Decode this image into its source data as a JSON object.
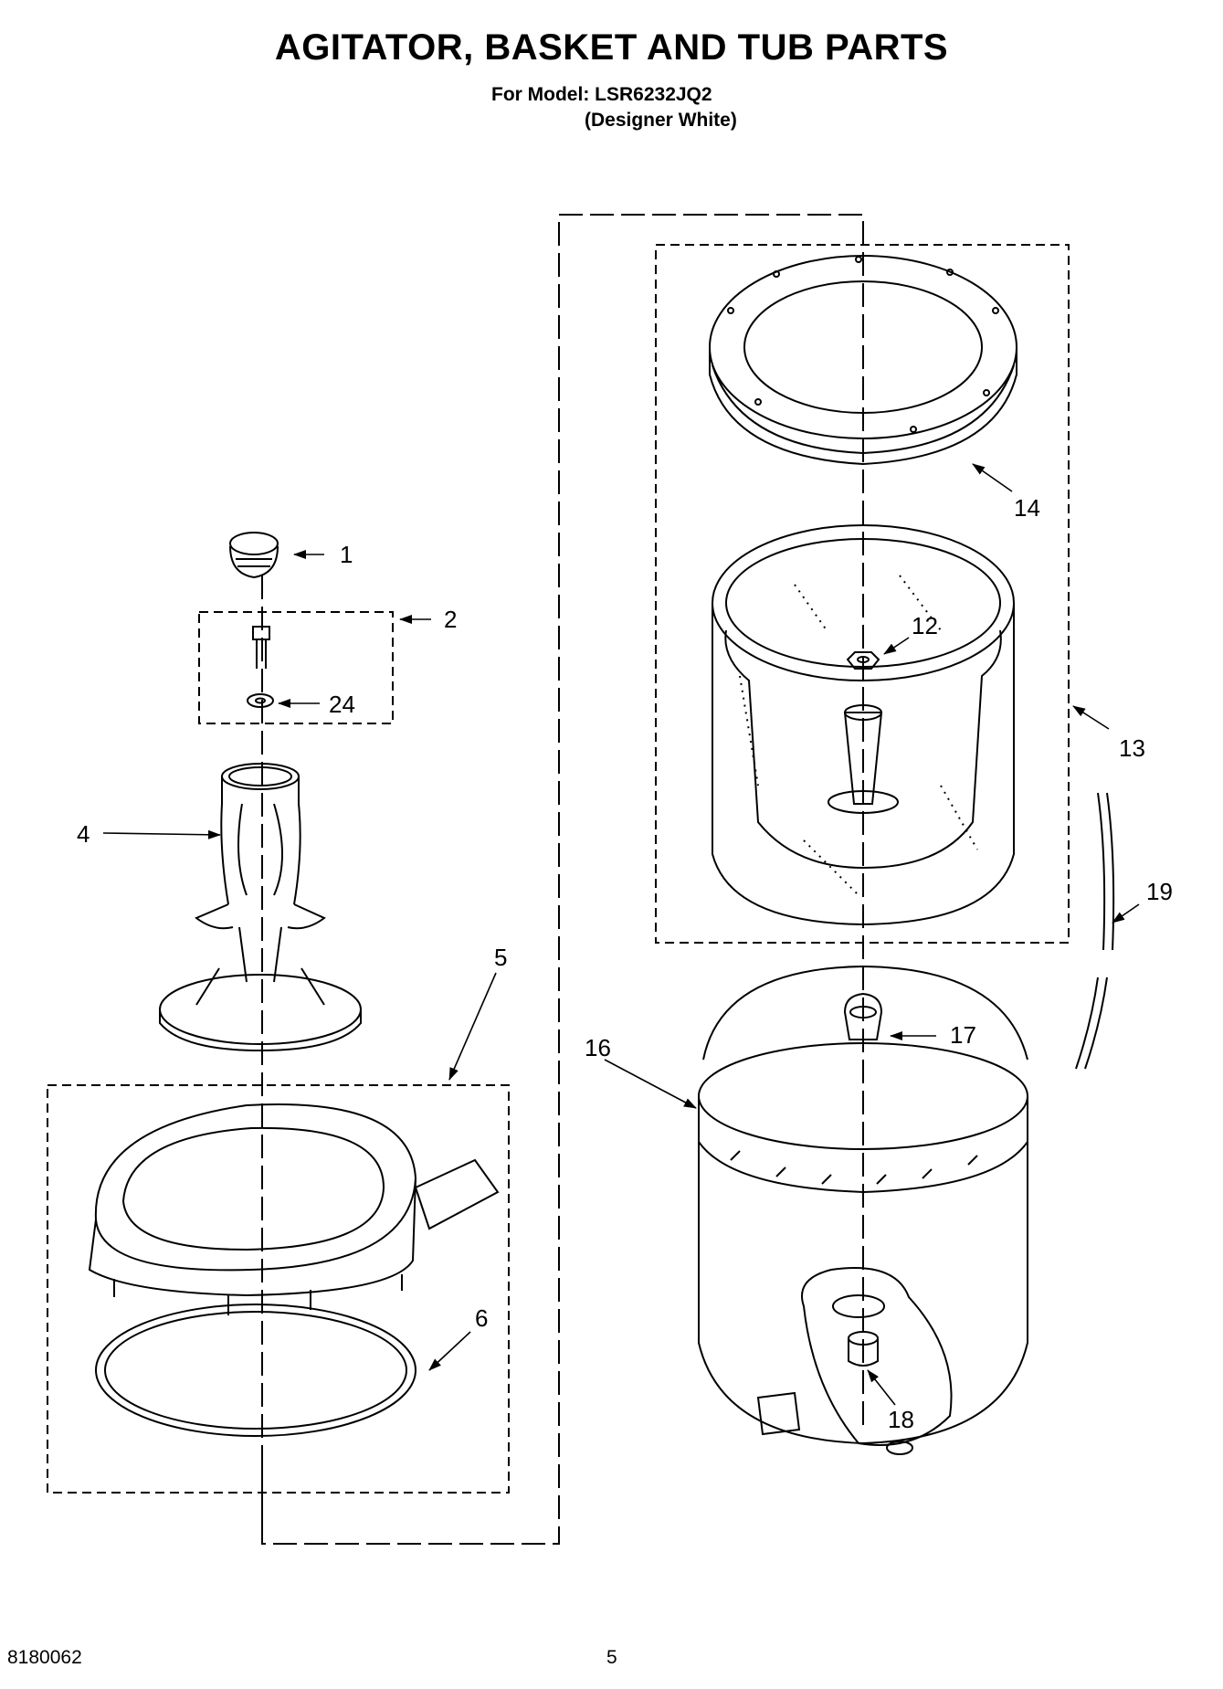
{
  "header": {
    "title": "AGITATOR, BASKET AND TUB PARTS",
    "model_line": "For Model: LSR6232JQ2",
    "color_line": "(Designer White)"
  },
  "footer": {
    "doc_number": "8180062",
    "page_number": "5"
  },
  "callouts": {
    "c1": "1",
    "c2": "2",
    "c24": "24",
    "c4": "4",
    "c5": "5",
    "c6": "6",
    "c12": "12",
    "c13": "13",
    "c14": "14",
    "c16": "16",
    "c17": "17",
    "c18": "18",
    "c19": "19"
  }
}
